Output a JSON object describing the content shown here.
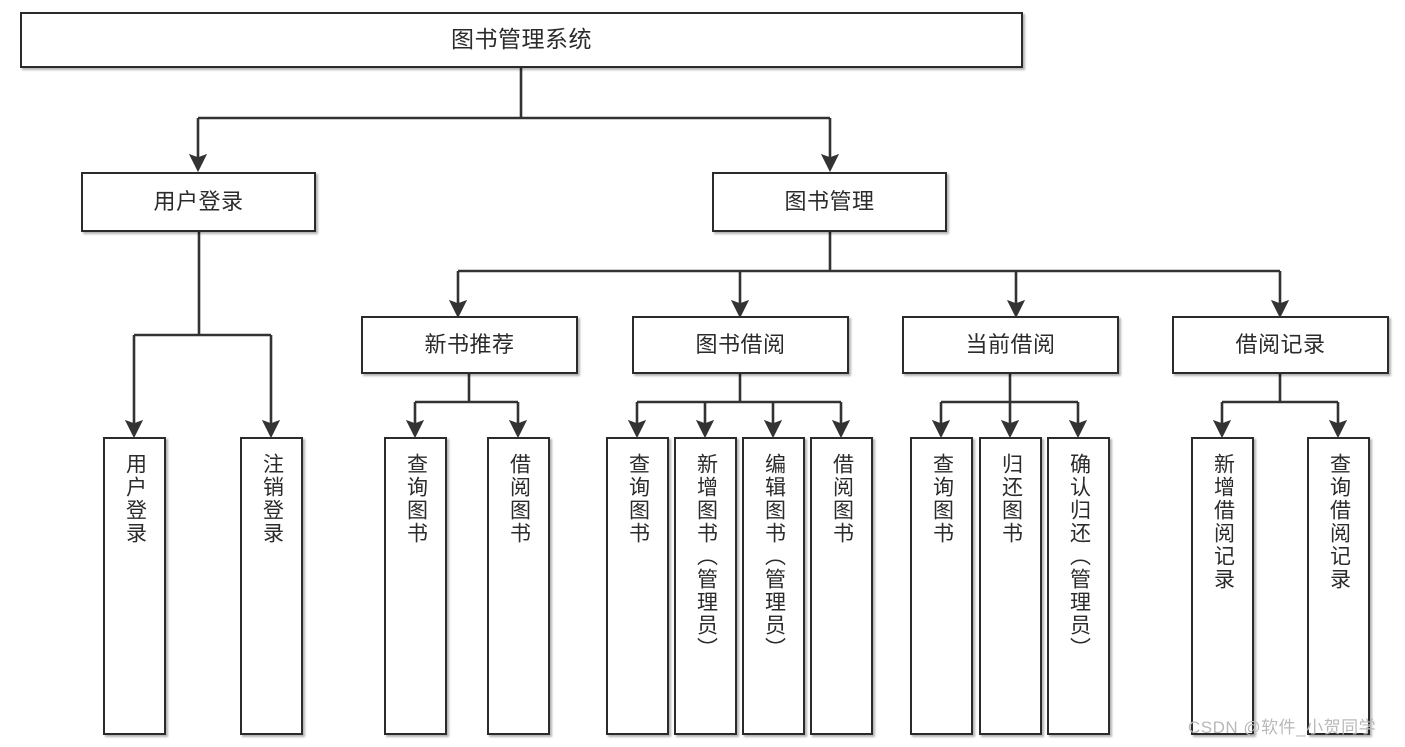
{
  "diagram": {
    "title": "图书管理系统",
    "type": "tree-hierarchy",
    "watermark": "CSDN @软件_小贺同学",
    "colors": {
      "box_border": "#2b2b2b",
      "box_fill": "#ffffff",
      "connector": "#333333",
      "text": "#2b2b2b",
      "watermark": "#b9b9b9",
      "background": "#ffffff"
    },
    "root": {
      "label": "图书管理系统"
    },
    "level2": [
      {
        "label": "用户登录"
      },
      {
        "label": "图书管理"
      }
    ],
    "level3": [
      {
        "label": "新书推荐"
      },
      {
        "label": "图书借阅"
      },
      {
        "label": "当前借阅"
      },
      {
        "label": "借阅记录"
      }
    ],
    "leaves": {
      "user_login": [
        {
          "label": "用户登录"
        },
        {
          "label": "注销登录"
        }
      ],
      "new_book_recommend": [
        {
          "label": "查询图书"
        },
        {
          "label": "借阅图书"
        }
      ],
      "book_borrow": [
        {
          "label": "查询图书"
        },
        {
          "label": "新增图书（管理员）"
        },
        {
          "label": "编辑图书（管理员）"
        },
        {
          "label": "借阅图书"
        }
      ],
      "current_borrow": [
        {
          "label": "查询图书"
        },
        {
          "label": "归还图书"
        },
        {
          "label": "确认归还（管理员）"
        }
      ],
      "borrow_record": [
        {
          "label": "新增借阅记录"
        },
        {
          "label": "查询借阅记录"
        }
      ]
    }
  }
}
